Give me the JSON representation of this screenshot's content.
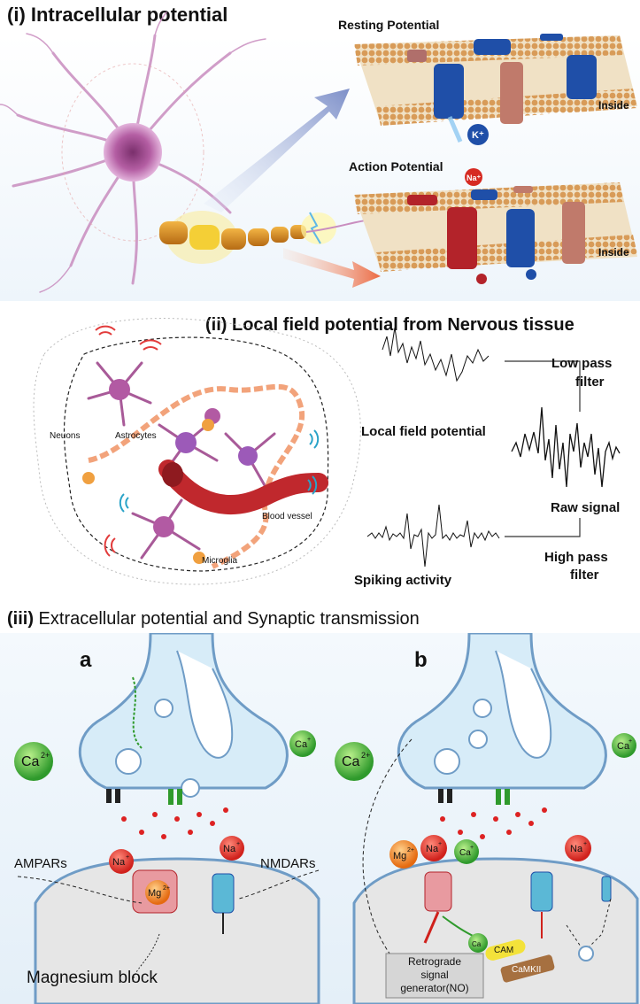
{
  "panel_i": {
    "title": "(i) Intracellular potential",
    "resting_label": "Resting Potential",
    "action_label": "Action Potential",
    "inside_label_1": "Inside",
    "inside_label_2": "Inside",
    "k_ion": "K⁺",
    "na_ion": "Na⁺"
  },
  "panel_ii": {
    "title": "(ii) Local field potential from Nervous tissue",
    "tissue_labels": {
      "neurons": "Neuons",
      "astrocytes": "Astrocytes",
      "blood_vessel": "Blood vessel",
      "microglia": "Microglia"
    },
    "signal_labels": {
      "low_pass": [
        "Low pass",
        "filter"
      ],
      "lfp": "Local field potential",
      "raw": "Raw signal",
      "high_pass": [
        "High pass",
        "filter"
      ],
      "spiking": "Spiking activity"
    }
  },
  "panel_iii": {
    "title_bold": "(iii)",
    "title_rest": " Extracellular potential and Synaptic transmission",
    "a_label": "a",
    "b_label": "b",
    "ampars": "AMPARs",
    "nmdars": "NMDARs",
    "magnesium_block": "Magnesium block",
    "retrograde": [
      "Retrograde",
      "signal",
      "generator(NO)"
    ],
    "cam": "CAM",
    "camkii": "CaMKII",
    "ions": {
      "ca": "Ca",
      "ca_sup": "2+",
      "ca_small": "Ca",
      "ca_small_sup": "+",
      "na": "Na",
      "na_sup": "+",
      "mg": "Mg",
      "mg_sup": "2+"
    }
  },
  "colors": {
    "membrane": "#d9a463",
    "channel_blue": "#1f4fa8",
    "channel_red": "#b3232a",
    "neuron_purple": "#b25aa3",
    "synapse_fill": "#d7ecf8",
    "synapse_outline": "#6f9cc6"
  }
}
